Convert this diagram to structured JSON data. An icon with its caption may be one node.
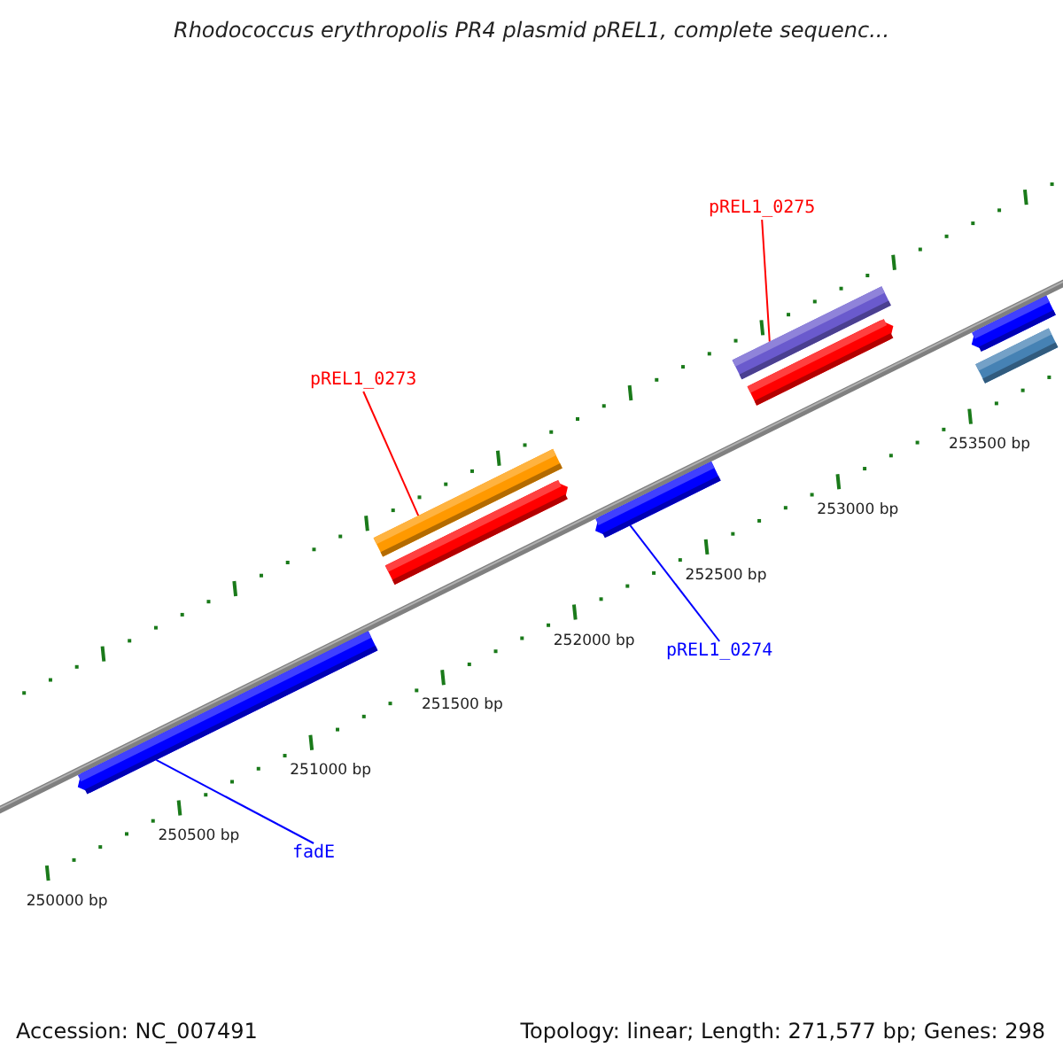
{
  "diagram": {
    "title": "Rhodococcus erythropolis PR4 plasmid pREL1, complete sequenc...",
    "nodes": [
      {
        "text": [
          "pREL1_0275"
        ]
      },
      {
        "text": [],
        "shape": "bar"
      },
      {
        "text": [],
        "shape": "bar"
      },
      {
        "text": [],
        "shape": "bar"
      },
      {
        "text": [],
        "shape": "bar"
      },
      {
        "text": [
          "pREL1_0273"
        ]
      },
      {
        "text": [],
        "shape": "bar"
      },
      {
        "text": [],
        "shape": "bar"
      },
      {
        "text": [],
        "shape": "bar"
      },
      {
        "text": [
          "pREL1_0274"
        ]
      },
      {
        "text": [],
        "shape": "bar"
      },
      {
        "text": [
          "fadE"
        ]
      }
    ],
    "edges": [
      {
        "from": 0,
        "to": 1,
        "arrow": "none",
        "color": "#ff0000"
      },
      {
        "from": 5,
        "to": 6,
        "arrow": "none",
        "color": "#ff0000"
      },
      {
        "from": 9,
        "to": 8,
        "arrow": "none",
        "color": "#0000ff"
      },
      {
        "from": 11,
        "to": 10,
        "arrow": "none",
        "color": "#0000ff"
      }
    ],
    "labels": [
      "250000 bp",
      "250500 bp",
      "251000 bp",
      "251500 bp",
      "252000 bp",
      "252500 bp",
      "253000 bp",
      "253500 bp",
      "Accession: NC_007491",
      "Topology: linear; Length: 271,577 bp; Genes: 298"
    ]
  }
}
